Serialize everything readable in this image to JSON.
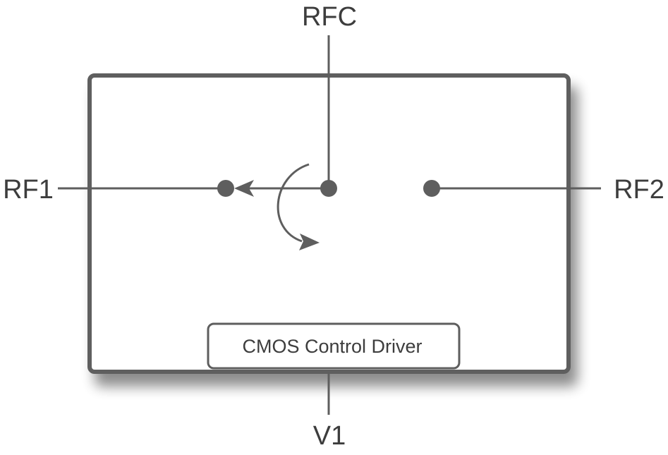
{
  "ports": {
    "rfc": "RFC",
    "rf1": "RF1",
    "rf2": "RF2",
    "v1": "V1"
  },
  "driver": {
    "label": "CMOS Control Driver"
  },
  "colors": {
    "stroke": "#5e5e5e",
    "text": "#3d3d3d",
    "shadow": "#bdbdbd"
  },
  "icons": {
    "switch_arrow": "curved-rotation-arrow-icon"
  }
}
